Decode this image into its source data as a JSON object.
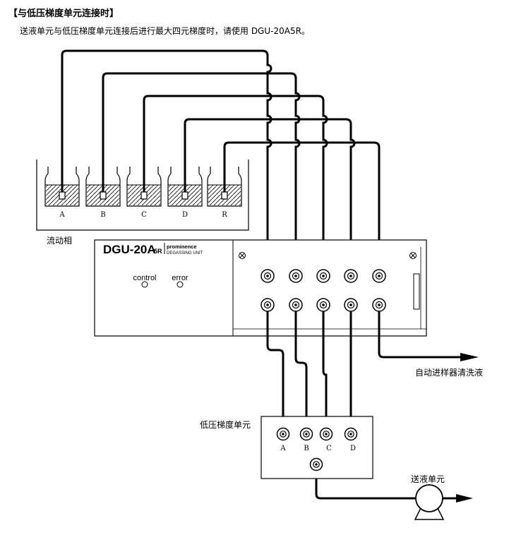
{
  "header": {
    "title": "【与低压梯度单元连接时】",
    "description": "送液单元与低压梯度单元连接后进行最大四元梯度时，请使用 DGU-20A5R。"
  },
  "reservoirs": {
    "caption": "流动相",
    "bottles": [
      "A",
      "B",
      "C",
      "D",
      "R"
    ]
  },
  "degasser": {
    "model": "DGU-20A",
    "model_suffix": "5R",
    "brand": "prominence",
    "subtitle": "DEGASSING UNIT",
    "indicator_control": "control",
    "indicator_error": "error"
  },
  "autosampler_rinse": {
    "label": "自动进样器清洗液"
  },
  "lpgu": {
    "title": "低压梯度单元",
    "ports": [
      "A",
      "B",
      "C",
      "D"
    ]
  },
  "pump": {
    "label": "送液单元"
  },
  "colors": {
    "line": "#000000",
    "background": "#ffffff"
  }
}
